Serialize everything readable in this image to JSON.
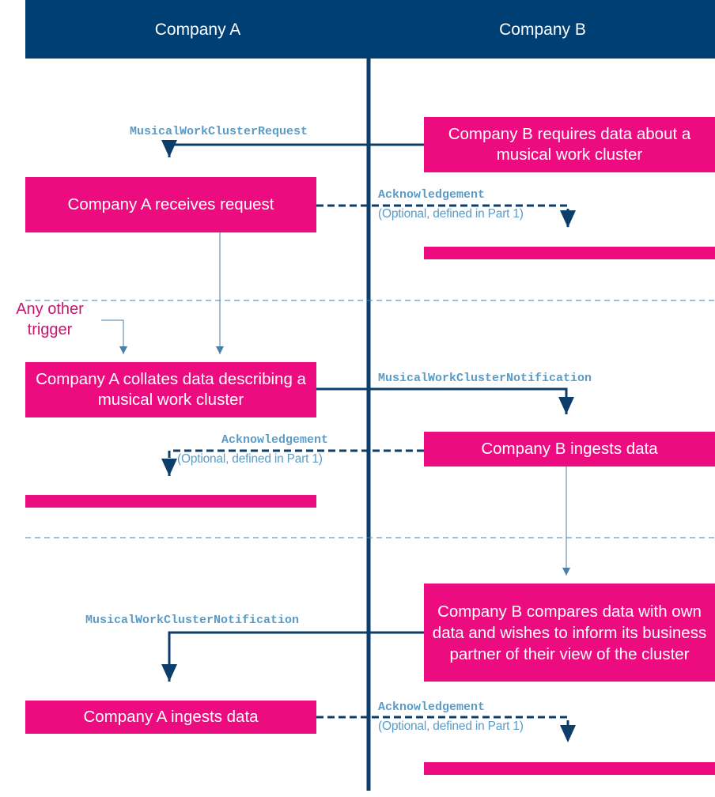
{
  "columns": {
    "left_header": "Company A",
    "right_header": "Company B"
  },
  "boxes": {
    "b_requires": "Company B requires data about a musical work cluster",
    "a_receives": "Company A receives request",
    "a_collates": "Company A collates data describing a musical work cluster",
    "b_ingests": "Company B ingests data",
    "b_compares": "Company B compares data with own data and wishes to inform its business partner of their view of the cluster",
    "a_ingests": "Company A ingests data"
  },
  "messages": {
    "request": "MusicalWorkClusterRequest",
    "notification_1": "MusicalWorkClusterNotification",
    "notification_2": "MusicalWorkClusterNotification",
    "ack_1": "Acknowledgement",
    "ack_2": "Acknowledgement",
    "ack_3": "Acknowledgement",
    "ack_note_1": "(Optional, defined in Part 1)",
    "ack_note_2": "(Optional, defined in Part 1)",
    "ack_note_3": "(Optional, defined in Part 1)"
  },
  "trigger": {
    "other_trigger": "Any other trigger"
  },
  "colors": {
    "header": "#003f73",
    "box": "#ec0c80",
    "arrow": "#0d3d6a",
    "label": "#5b9bc6",
    "trigger": "#c8166e"
  }
}
